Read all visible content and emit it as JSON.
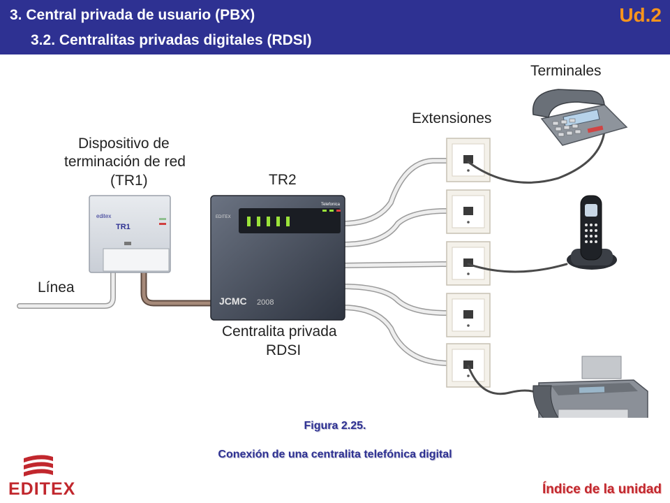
{
  "header": {
    "section_title": "3.  Central privada de usuario (PBX)",
    "subsection_title": "3.2. Centralitas privadas digitales (RDSI)",
    "unit_badge": "Ud.2"
  },
  "diagram": {
    "label_terminales": "Terminales",
    "label_extensiones": "Extensiones",
    "label_dispositivo_1": "Dispositivo de",
    "label_dispositivo_2": "terminación de red",
    "label_dispositivo_3": "(TR1)",
    "label_tr2": "TR2",
    "label_linea": "Línea",
    "label_centralita_1": "Centralita privada",
    "label_centralita_2": "RDSI",
    "tr1_brand": "editex",
    "tr1_model": "TR1",
    "tr2_brand": "Telefonica",
    "tr2_model": "JCMC",
    "tr2_year": "2008",
    "tr2_logo": "EDITEX"
  },
  "caption": {
    "figure": "Figura 2.25.",
    "text": "Conexión de una centralita telefónica digital"
  },
  "footer": {
    "logo_text": "EDITEX",
    "index_link": "Índice de la unidad"
  },
  "colors": {
    "header_bg": "#2e3192",
    "unit_badge": "#f7941d",
    "brand_red": "#c1272d",
    "caption_blue": "#2e3192"
  }
}
